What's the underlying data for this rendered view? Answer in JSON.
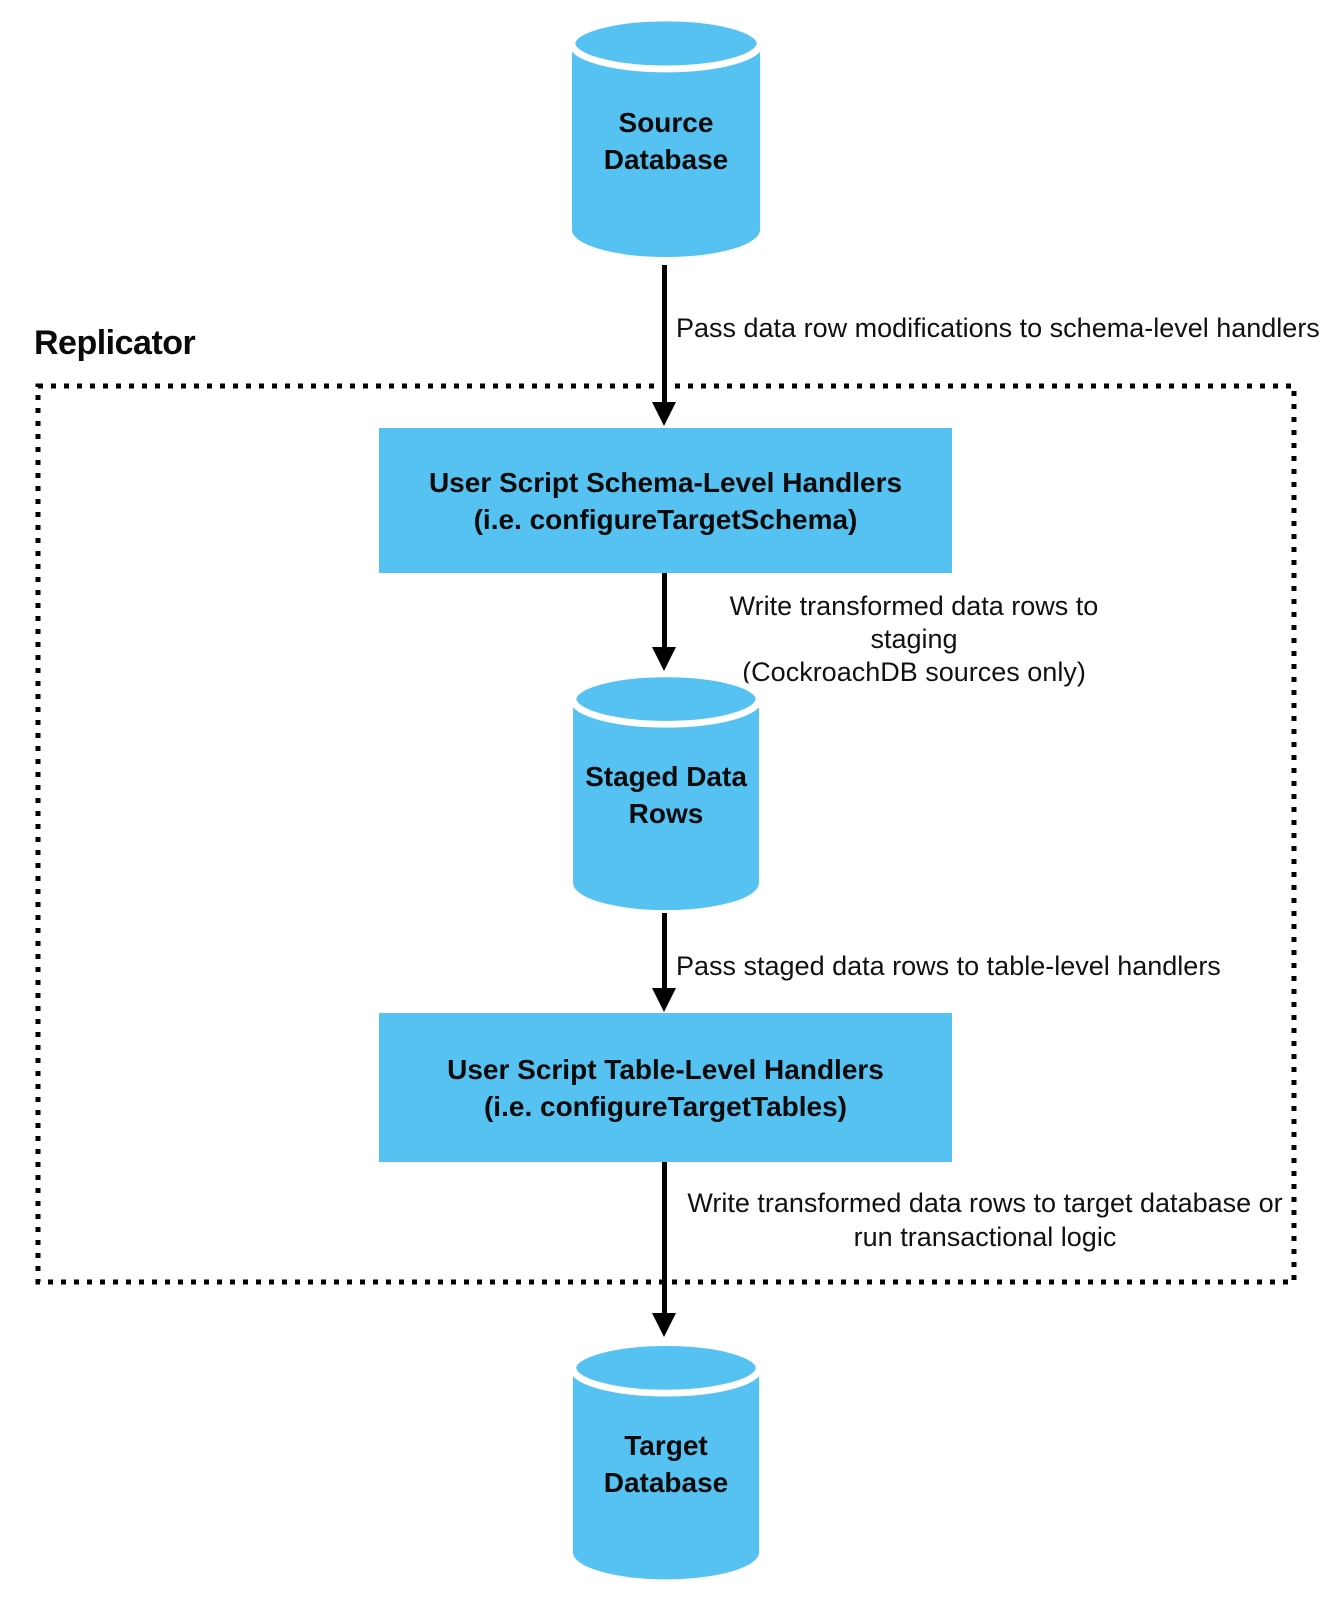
{
  "replicator": {
    "label": "Replicator"
  },
  "nodes": {
    "source_db": {
      "line1": "Source",
      "line2": "Database"
    },
    "schema_handlers": {
      "line1": "User Script Schema-Level Handlers",
      "line2": "(i.e. configureTargetSchema)"
    },
    "staged_rows": {
      "line1": "Staged Data",
      "line2": "Rows"
    },
    "table_handlers": {
      "line1": "User Script Table-Level Handlers",
      "line2": "(i.e. configureTargetTables)"
    },
    "target_db": {
      "line1": "Target",
      "line2": "Database"
    }
  },
  "edges": {
    "source_to_schema": {
      "label": "Pass data row modifications to schema-level handlers"
    },
    "schema_to_staged": {
      "line1": "Write transformed data rows to staging",
      "line2": "(CockroachDB sources only)"
    },
    "staged_to_table": {
      "label": "Pass staged data rows to table-level handlers"
    },
    "table_to_target": {
      "line1": "Write transformed data rows to target database or",
      "line2": "run transactional logic"
    }
  },
  "colors": {
    "node_fill": "#56C2F1",
    "cylinder_gap_stroke": "#ffffff",
    "arrow": "#000000",
    "boundary": "#000000",
    "text": "#000000"
  }
}
